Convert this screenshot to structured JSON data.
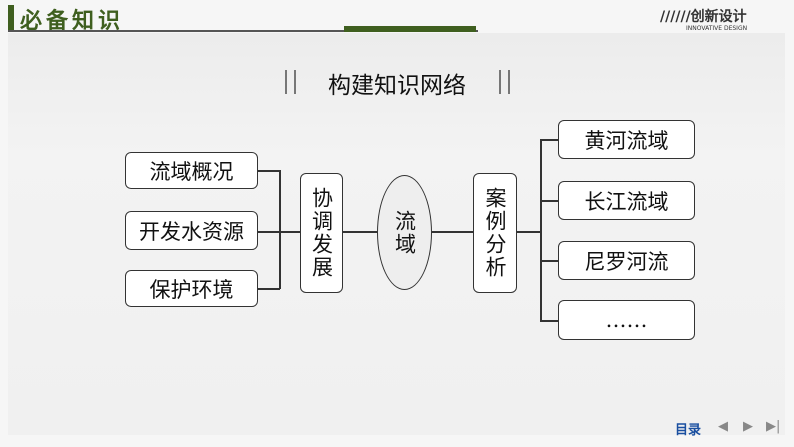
{
  "header": {
    "title": "必备知识",
    "logo_text": "//////创新设计",
    "logo_sub": "INNOVATIVE DESIGN"
  },
  "map": {
    "title": "构建知识网络",
    "left": [
      "流域概况",
      "开发水资源",
      "保护环境"
    ],
    "mid1": "协调发展",
    "center": "流域",
    "mid2": "案例分析",
    "right": [
      "黄河流域",
      "长江流域",
      "尼罗河流",
      "……"
    ]
  },
  "nav": {
    "toc": "目录",
    "prev": "◀",
    "next": "▶",
    "last": "▶|"
  },
  "colors": {
    "accent": "#3f5f1f",
    "nav": "#1a4fa0"
  }
}
